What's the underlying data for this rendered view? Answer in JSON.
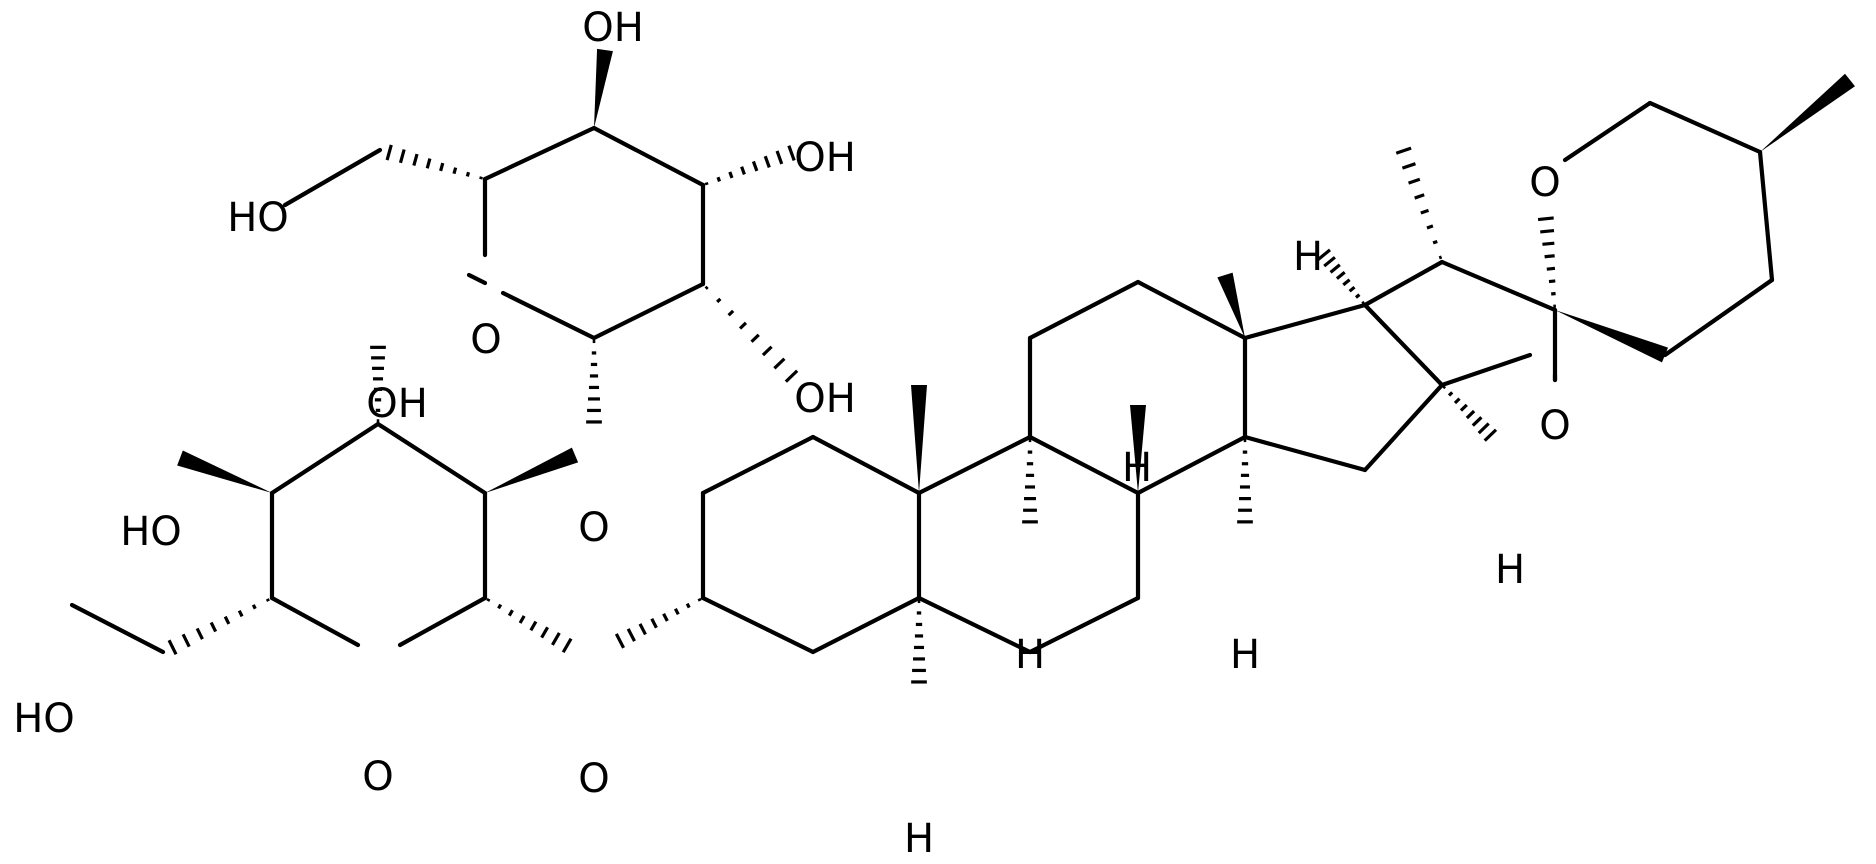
{
  "labels": {
    "glc2_o4": "OH",
    "glc2_o3": "OH",
    "glc2_o2": "OH",
    "glc2_o6": "HO",
    "glc2_ring_o": "O",
    "glc1_o4": "OH",
    "glc1_o3": "HO",
    "glc1_o6": "HO",
    "glc1_ring_o": "O",
    "glycosidic_o_12": "O",
    "glycosidic_o_3": "O",
    "pyran_o": "O",
    "furan_o": "O",
    "h17": "H",
    "h16": "H",
    "h8": "H",
    "h9": "H",
    "h14": "H",
    "h5": "H"
  }
}
